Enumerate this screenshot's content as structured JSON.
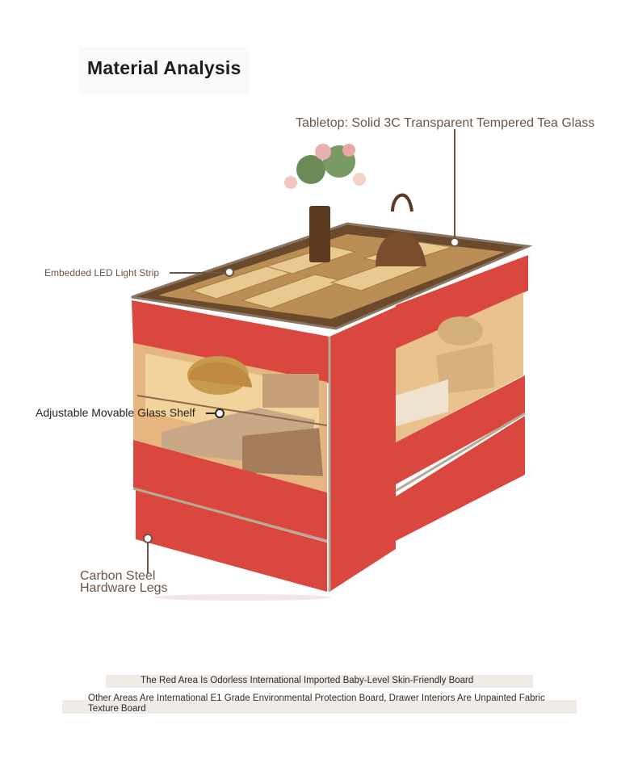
{
  "title": "Material Analysis",
  "labels": {
    "tabletop": "Tabletop: Solid 3C Transparent Tempered Tea Glass",
    "led": "Embedded LED Light Strip",
    "glass_shelf": "Adjustable Movable Glass Shelf",
    "legs": "Carbon Steel Hardware Legs"
  },
  "notes": {
    "red_area": "The Red Area Is Odorless International Imported Baby-Level Skin-Friendly Board",
    "other_areas": "Other Areas Are International E1 Grade Environmental Protection Board, Drawer Interiors Are Unpainted Fabric Texture Board"
  },
  "colors": {
    "red_board": "#d9473f",
    "frame": "#b5a998",
    "label_text": "#6b5547",
    "note_bg": "#f1ebe5"
  }
}
